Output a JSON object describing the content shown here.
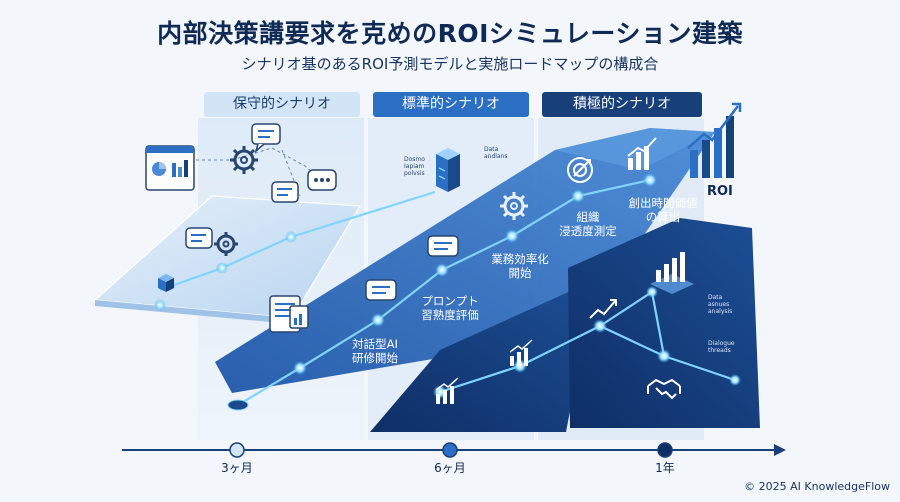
{
  "header": {
    "title": "内部決策講要求を克めのROIシミュレーション建築",
    "subtitle": "シナリオ基のあるROI予測モデルと実施ロードマップの構成合"
  },
  "scenarios": [
    {
      "label": "保守的シナリオ"
    },
    {
      "label": "標準的シナリオ"
    },
    {
      "label": "積極的シナリオ"
    }
  ],
  "milestones": {
    "dialogue": [
      "対話型AI",
      "研修開始"
    ],
    "prompt": [
      "プロンプト",
      "習熟度評価"
    ],
    "efficiency": [
      "業務効率化",
      "開始"
    ],
    "penetration": [
      "組織",
      "浸透度測定"
    ],
    "value": [
      "創出時間価値",
      "の算出"
    ]
  },
  "small_labels": {
    "server_left": [
      "Dosmo",
      "Iapiam",
      "polvsis"
    ],
    "server_right": [
      "Data",
      "andlans"
    ],
    "dark_chart": [
      "Data",
      "asnues",
      "analysis"
    ],
    "dark_dialogue": [
      "Dialogue",
      "threads"
    ]
  },
  "roi_label": "ROI",
  "timeline": {
    "ticks": [
      "3ヶ月",
      "6ヶ月",
      "1年"
    ]
  },
  "footer": {
    "copyright": "© 2025 AI KnowledgeFlow"
  },
  "icons": [
    "dashboard-icon",
    "gear-icon",
    "chat-bubble-icon",
    "server-icon",
    "target-icon",
    "bar-chart-rising-icon",
    "handshake-icon",
    "cube-icon"
  ],
  "colors": {
    "navy": "#0e2a55",
    "accent": "#2b6fc4",
    "dark": "#173f7a",
    "light": "#d2e5f7",
    "glow": "#7fd4ff"
  }
}
